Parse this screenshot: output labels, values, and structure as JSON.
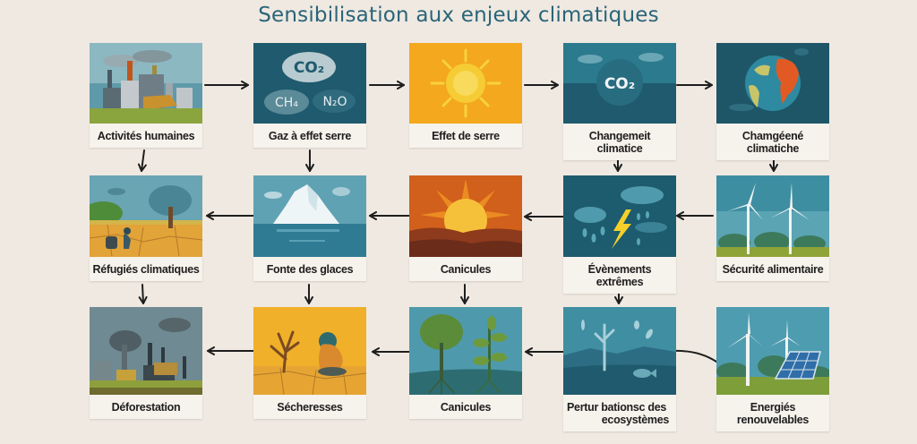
{
  "title": "Sensibilisation aux enjeux climatiques",
  "colors": {
    "background": "#efe9e1",
    "title": "#2a6478",
    "label_bg": "#f6f2ec",
    "label_text": "#1e1e1e",
    "arrow": "#1e1e1e"
  },
  "cards": [
    {
      "row": 1,
      "col": 1,
      "label": "Activités humaines",
      "icon": "factory-pollution-icon"
    },
    {
      "row": 1,
      "col": 2,
      "label": "Gaz à effet serre",
      "icon": "greenhouse-gas-clouds-icon",
      "gases": [
        "CO2",
        "CH4",
        "N2O"
      ]
    },
    {
      "row": 1,
      "col": 3,
      "label": "Effet de serre",
      "icon": "sun-icon"
    },
    {
      "row": 1,
      "col": 4,
      "label": "Changemeit climatice",
      "icon": "co2-globe-icon",
      "badge": "CO2"
    },
    {
      "row": 1,
      "col": 5,
      "label": "Chamgéené climatiche",
      "icon": "warming-earth-icon"
    },
    {
      "row": 2,
      "col": 1,
      "label": "Réfugiés climatiques",
      "icon": "drought-refugee-icon"
    },
    {
      "row": 2,
      "col": 2,
      "label": "Fonte des glaces",
      "icon": "melting-iceberg-icon"
    },
    {
      "row": 2,
      "col": 3,
      "label": "Canicules",
      "icon": "heatwave-sun-icon"
    },
    {
      "row": 2,
      "col": 4,
      "label": "Évènements extrêmes",
      "icon": "storm-lightning-icon"
    },
    {
      "row": 2,
      "col": 5,
      "label": "Sécurité alimentaire",
      "icon": "wind-turbines-icon"
    },
    {
      "row": 3,
      "col": 1,
      "label": "Déforestation",
      "icon": "smog-factory-icon"
    },
    {
      "row": 3,
      "col": 2,
      "label": "Sécheresses",
      "icon": "dead-tree-person-icon"
    },
    {
      "row": 3,
      "col": 3,
      "label": "Canicules",
      "icon": "trees-roots-icon"
    },
    {
      "row": 3,
      "col": 4,
      "label_line1": "Pertur bationsc des",
      "label_line2": "ecosystèmes",
      "icon": "underwater-ecosystem-icon"
    },
    {
      "row": 3,
      "col": 5,
      "label": "Energiés renouvelables",
      "icon": "wind-solar-icon"
    }
  ],
  "flow": [
    "Activités humaines → Gaz à effet serre → Effet de serre → Changemeit climatice → Chamgéené climatiche",
    "Row 1 → Row 2 (down arrows in each column)",
    "Sécurité alimentaire → Évènements extrêmes → Canicules → Fonte des glaces → Réfugiés climatiques",
    "Row 2 → Row 3 (down arrows in columns 1–4)",
    "Perturbations des ecosystèmes → Canicules → Sécheresses → Déforestation",
    "Energiés renouvelables — Perturbations des ecosystèmes (curved connector)"
  ]
}
